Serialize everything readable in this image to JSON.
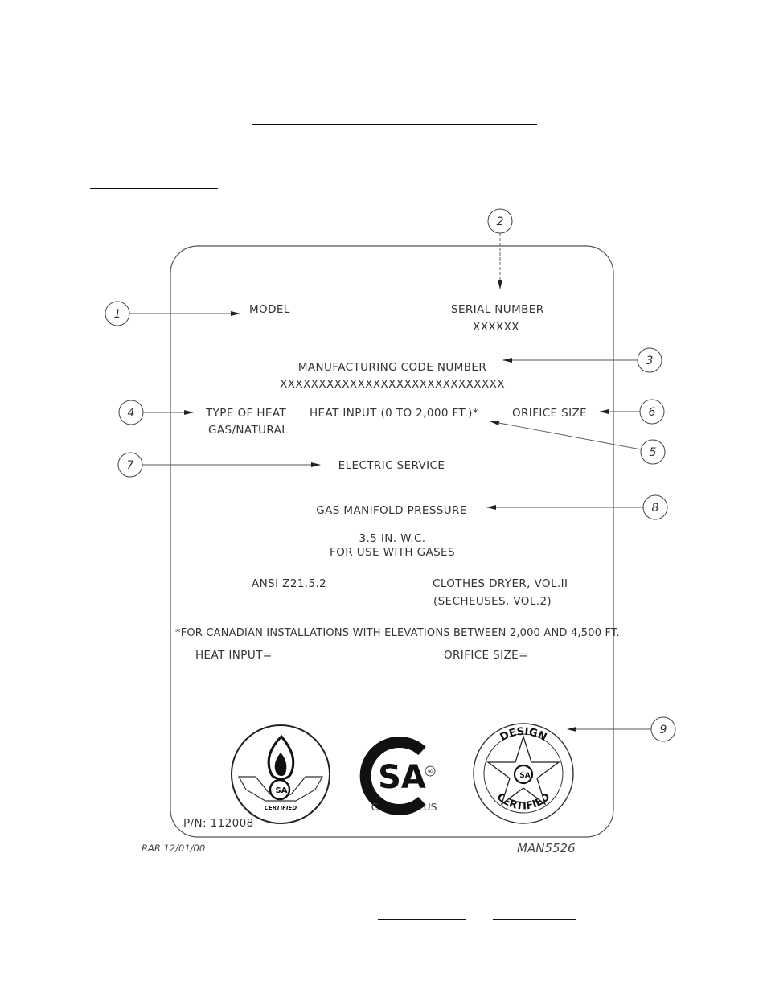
{
  "plate": {
    "model_label": "MODEL",
    "serial_label": "SERIAL NUMBER",
    "serial_value": "XXXXXX",
    "mfg_code_label": "MANUFACTURING CODE NUMBER",
    "mfg_code_value": "XXXXXXXXXXXXXXXXXXXXXXXXXXXXX",
    "type_of_heat_label": "TYPE OF HEAT",
    "type_of_heat_value": "GAS/NATURAL",
    "heat_input_label": "HEAT INPUT (0 TO 2,000 FT.)*",
    "orifice_size_label": "ORIFICE SIZE",
    "electric_service_label": "ELECTRIC SERVICE",
    "gas_manifold_label": "GAS MANIFOLD PRESSURE",
    "pressure_value": "3.5 IN. W.C.",
    "use_with_gases": "FOR USE WITH GASES",
    "ansi_standard": "ANSI Z21.5.2",
    "clothes_dryer": "CLOTHES DRYER, VOL.II",
    "secheuses": "(SECHEUSES, VOL.2)",
    "canadian_note": "*FOR CANADIAN INSTALLATIONS WITH ELEVATIONS BETWEEN 2,000 AND 4,500 FT.",
    "heat_input_eq": "HEAT INPUT=",
    "orifice_size_eq": "ORIFICE SIZE=",
    "part_number": "P/N: 112008"
  },
  "logos": {
    "csa_small_text": "SA",
    "certified_text": "CERTIFIED",
    "csa_big_text": "SA",
    "csa_registered": "®",
    "csa_c": "C",
    "csa_us": "US",
    "design_text": "DESIGN",
    "design_certified_text": "CERTIFIED",
    "star_csa_text": "SA"
  },
  "callouts": [
    "1",
    "2",
    "3",
    "4",
    "5",
    "6",
    "7",
    "8",
    "9"
  ],
  "footer": {
    "drawn_by": "RAR 12/01/00",
    "drawing_number": "MAN5526"
  }
}
